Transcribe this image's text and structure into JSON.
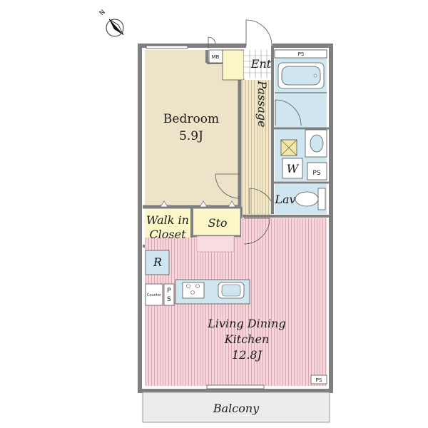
{
  "compass": {
    "letter": "N"
  },
  "rooms": {
    "bedroom": {
      "name": "Bedroom",
      "size": "5.9J"
    },
    "ldk": {
      "line1": "Living Dining",
      "line2": "Kitchen",
      "size": "12.8J"
    },
    "walk_in_closet": {
      "line1": "Walk in",
      "line2": "Closet"
    },
    "storage": "Sto",
    "passage": "Passage",
    "entrance": "Ent",
    "meter_box": "MB",
    "lavatory": "Lav",
    "washer": "W",
    "refrigerator": "R",
    "balcony": "Balcony"
  },
  "markers": {
    "ps_top": "PS",
    "ps_mid": "PS",
    "ps_bottom": "PS",
    "ps_kitchen": [
      "P",
      "S"
    ],
    "counter": "Counter"
  },
  "colors": {
    "bedroom": "#ece3c8",
    "ldk": "#f2d8dc",
    "wet_area": "#cfe6f0",
    "storage": "#fbf7c8",
    "passage": "#efe7cf",
    "balcony": "#ececec",
    "wall": "#7f7f7f"
  }
}
